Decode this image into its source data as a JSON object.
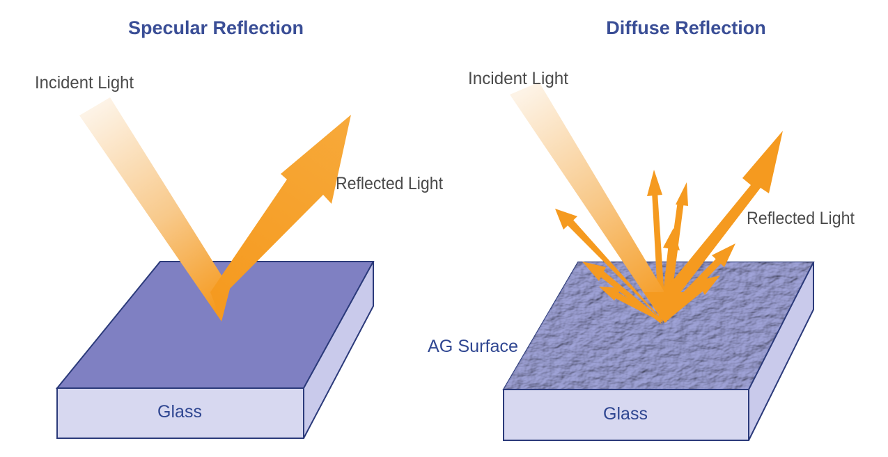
{
  "colors": {
    "glass_top": "#7f80c2",
    "glass_side": "#c9caeb",
    "glass_front": "#d7d8f0",
    "glass_edge": "#2b3a7a",
    "ag_surface": "#9fa3d6",
    "beam": "#f6a02a",
    "title_text": "#3a4e96"
  },
  "specular": {
    "title": "Specular Reflection",
    "incident_label": "Incident Light",
    "reflected_label": "Reflected Light",
    "glass_label": "Glass"
  },
  "diffuse": {
    "title": "Diffuse Reflection",
    "incident_label": "Incident Light",
    "reflected_label": "Reflected Light",
    "surface_label": "AG Surface",
    "glass_label": "Glass"
  }
}
